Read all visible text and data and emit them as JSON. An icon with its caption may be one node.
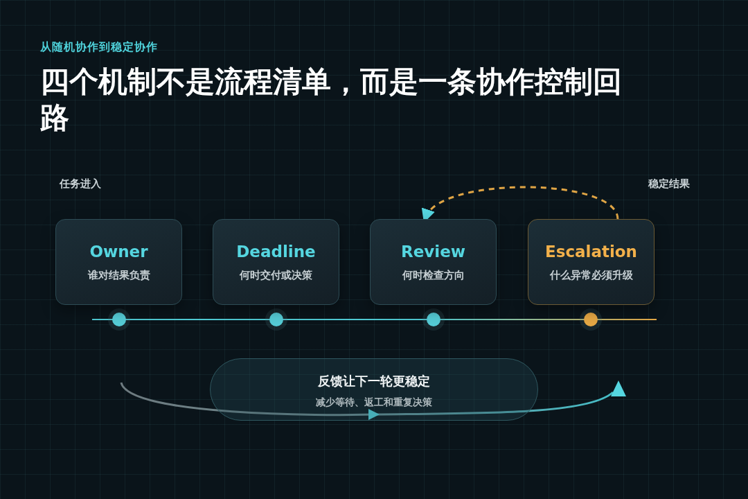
{
  "diagram": {
    "title": "四个机制不是流程清单，而是一条协作控制回路",
    "nodes": [
      {
        "text": [
          "Owner",
          "谁对结果负责"
        ]
      },
      {
        "text": [
          "Deadline",
          "何时交付或决策"
        ]
      },
      {
        "text": [
          "Review",
          "何时检查方向"
        ]
      },
      {
        "text": [
          "Escalation",
          "什么异常必须升级"
        ]
      },
      {
        "text": [
          "反馈让下一轮更稳定",
          "减少等待、返工和重复决策"
        ]
      }
    ],
    "edges": [
      {
        "from": 3,
        "to": 2,
        "arrow": "to",
        "style": "dashed",
        "color": "#e0a545"
      }
    ],
    "labels": [
      "从随机协作到稳定协作",
      "任务进入",
      "稳定结果"
    ]
  }
}
